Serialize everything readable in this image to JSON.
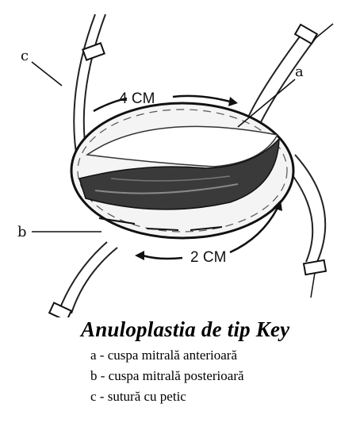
{
  "figure": {
    "top_dimension": "4 CM",
    "bottom_dimension": "2 CM",
    "label_a": "a",
    "label_b": "b",
    "label_c": "c"
  },
  "caption": {
    "title": "Anuloplastia de tip Key",
    "legend": [
      "a - cuspa mitrală anterioară",
      "b - cuspa mitrală posterioară",
      "c - sutură cu petic"
    ]
  }
}
